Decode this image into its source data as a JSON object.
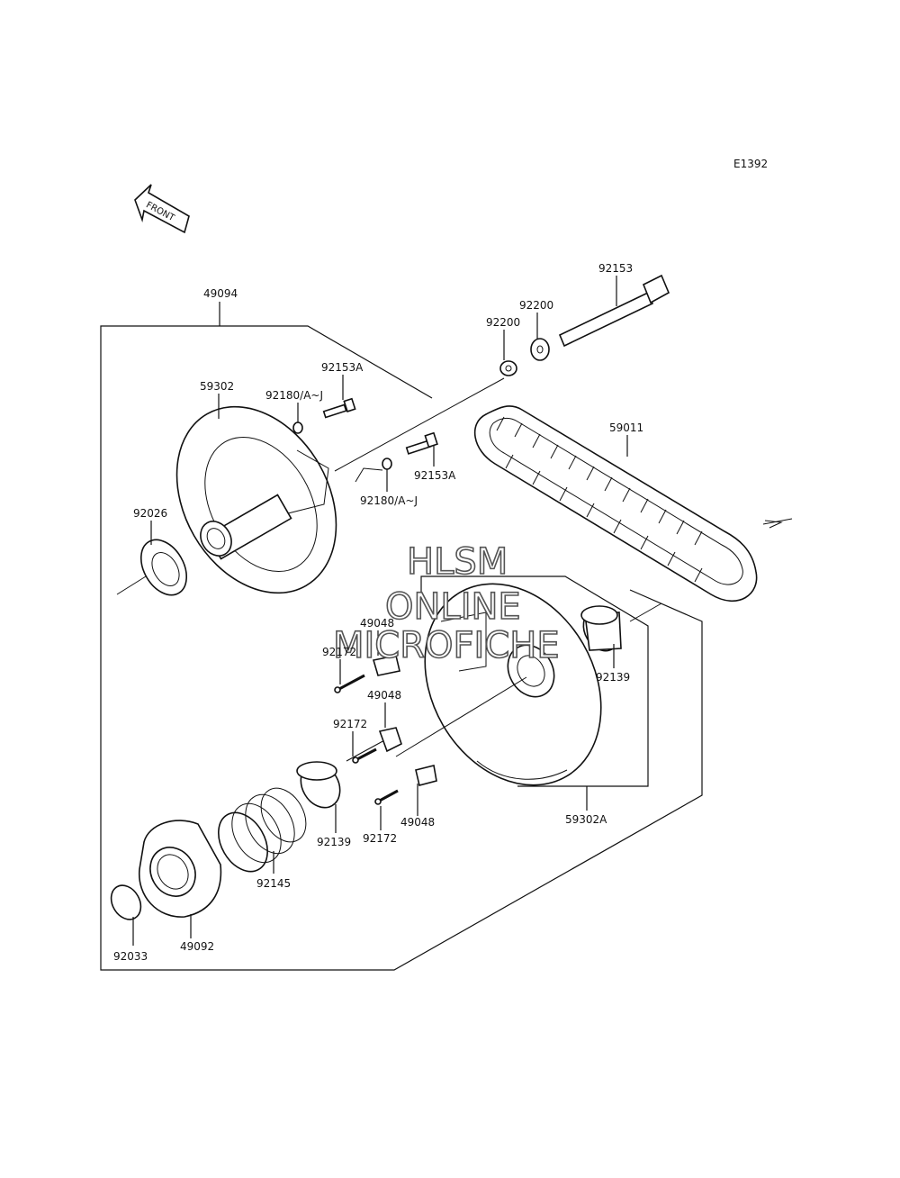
{
  "diagram_code": "E1392",
  "front_arrow_label": "FRONT",
  "watermark": {
    "line1": "HLSM",
    "line2": "ONLINE",
    "line3": "MICROFICHE"
  },
  "labels": {
    "p49094": "49094",
    "p59302": "59302",
    "p92153A_top": "92153A",
    "p92180_top": "92180/A~J",
    "p92200_left": "92200",
    "p92200_right": "92200",
    "p92153": "92153",
    "p59011": "59011",
    "p92153A_mid": "92153A",
    "p92180_mid": "92180/A~J",
    "p92026": "92026",
    "p49048_a": "49048",
    "p92172_a": "92172",
    "p49048_b": "49048",
    "p92172_b": "92172",
    "p92139_right": "92139",
    "p92139_left": "92139",
    "p92172_c": "92172",
    "p49048_c": "49048",
    "p59302A": "59302A",
    "p92145": "92145",
    "p92033": "92033",
    "p49092": "49092"
  }
}
